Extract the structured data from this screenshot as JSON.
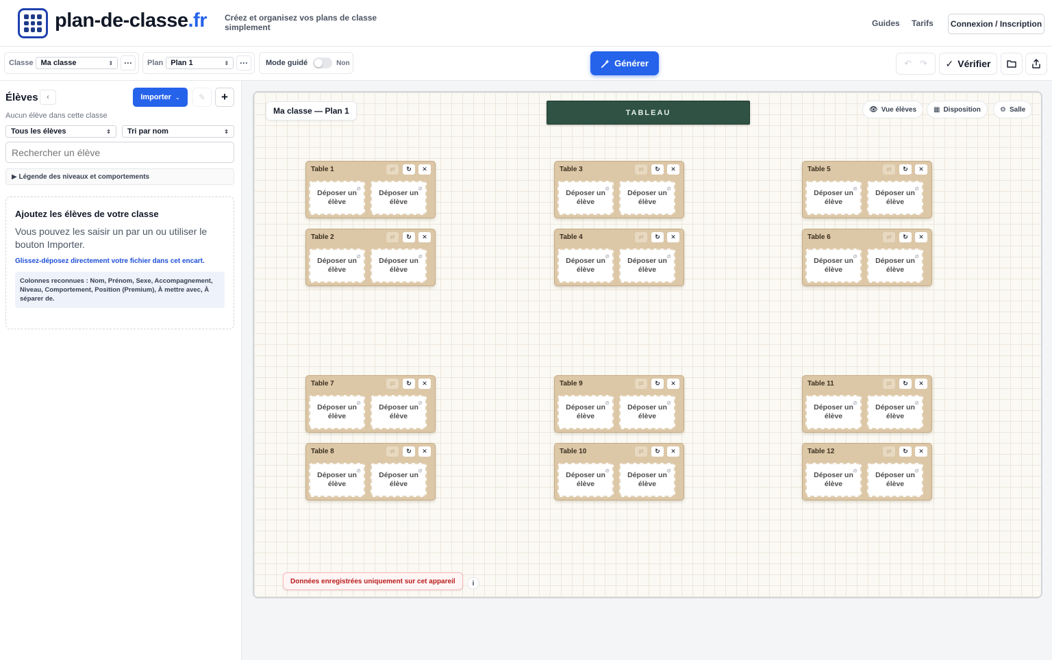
{
  "header": {
    "logo_main": "plan-de-classe",
    "logo_tld": ".fr",
    "tagline": "Créez et organisez vos plans de classe simplement",
    "nav": {
      "guides": "Guides",
      "pricing": "Tarifs",
      "login": "Connexion / Inscription"
    }
  },
  "toolbar": {
    "class_label": "Classe",
    "class_value": "Ma classe",
    "plan_label": "Plan",
    "plan_value": "Plan 1",
    "more_glyph": "···",
    "guided_label": "Mode guidé",
    "guided_state": "Non",
    "generate_label": "Générer",
    "verify_label": "Vérifier"
  },
  "sidebar": {
    "title": "Élèves",
    "import_label": "Importer",
    "empty_text": "Aucun élève dans cette classe",
    "filter_value": "Tous les élèves",
    "sort_value": "Tri par nom",
    "search_placeholder": "Rechercher un élève",
    "legend_label": "▶ Légende des niveaux et comportements",
    "dropzone": {
      "title": "Ajoutez les élèves de votre classe",
      "text": "Vous pouvez les saisir un par un ou utiliser le bouton Importer.",
      "link": "Glissez-déposez directement votre fichier dans cet encart.",
      "columns": "Colonnes reconnues : Nom, Prénom, Sexe, Accompagnement, Niveau, Comportement, Position (Premium), À mettre avec, À séparer de."
    }
  },
  "canvas": {
    "plan_title": "Ma classe — Plan 1",
    "board_label": "TABLEAU",
    "view_students": "Vue élèves",
    "layout": "Disposition",
    "room": "Salle",
    "seat_label": "Déposer un élève",
    "tables": [
      {
        "name": "Table 1"
      },
      {
        "name": "Table 2"
      },
      {
        "name": "Table 3"
      },
      {
        "name": "Table 4"
      },
      {
        "name": "Table 5"
      },
      {
        "name": "Table 6"
      },
      {
        "name": "Table 7"
      },
      {
        "name": "Table 8"
      },
      {
        "name": "Table 9"
      },
      {
        "name": "Table 10"
      },
      {
        "name": "Table 11"
      },
      {
        "name": "Table 12"
      }
    ],
    "notice": "Données enregistrées uniquement sur cet appareil",
    "info_glyph": "i"
  },
  "colors": {
    "primary": "#2563eb",
    "board": "#2f5244",
    "desk": "#dcc7a7",
    "notice": "#b91c1c"
  }
}
